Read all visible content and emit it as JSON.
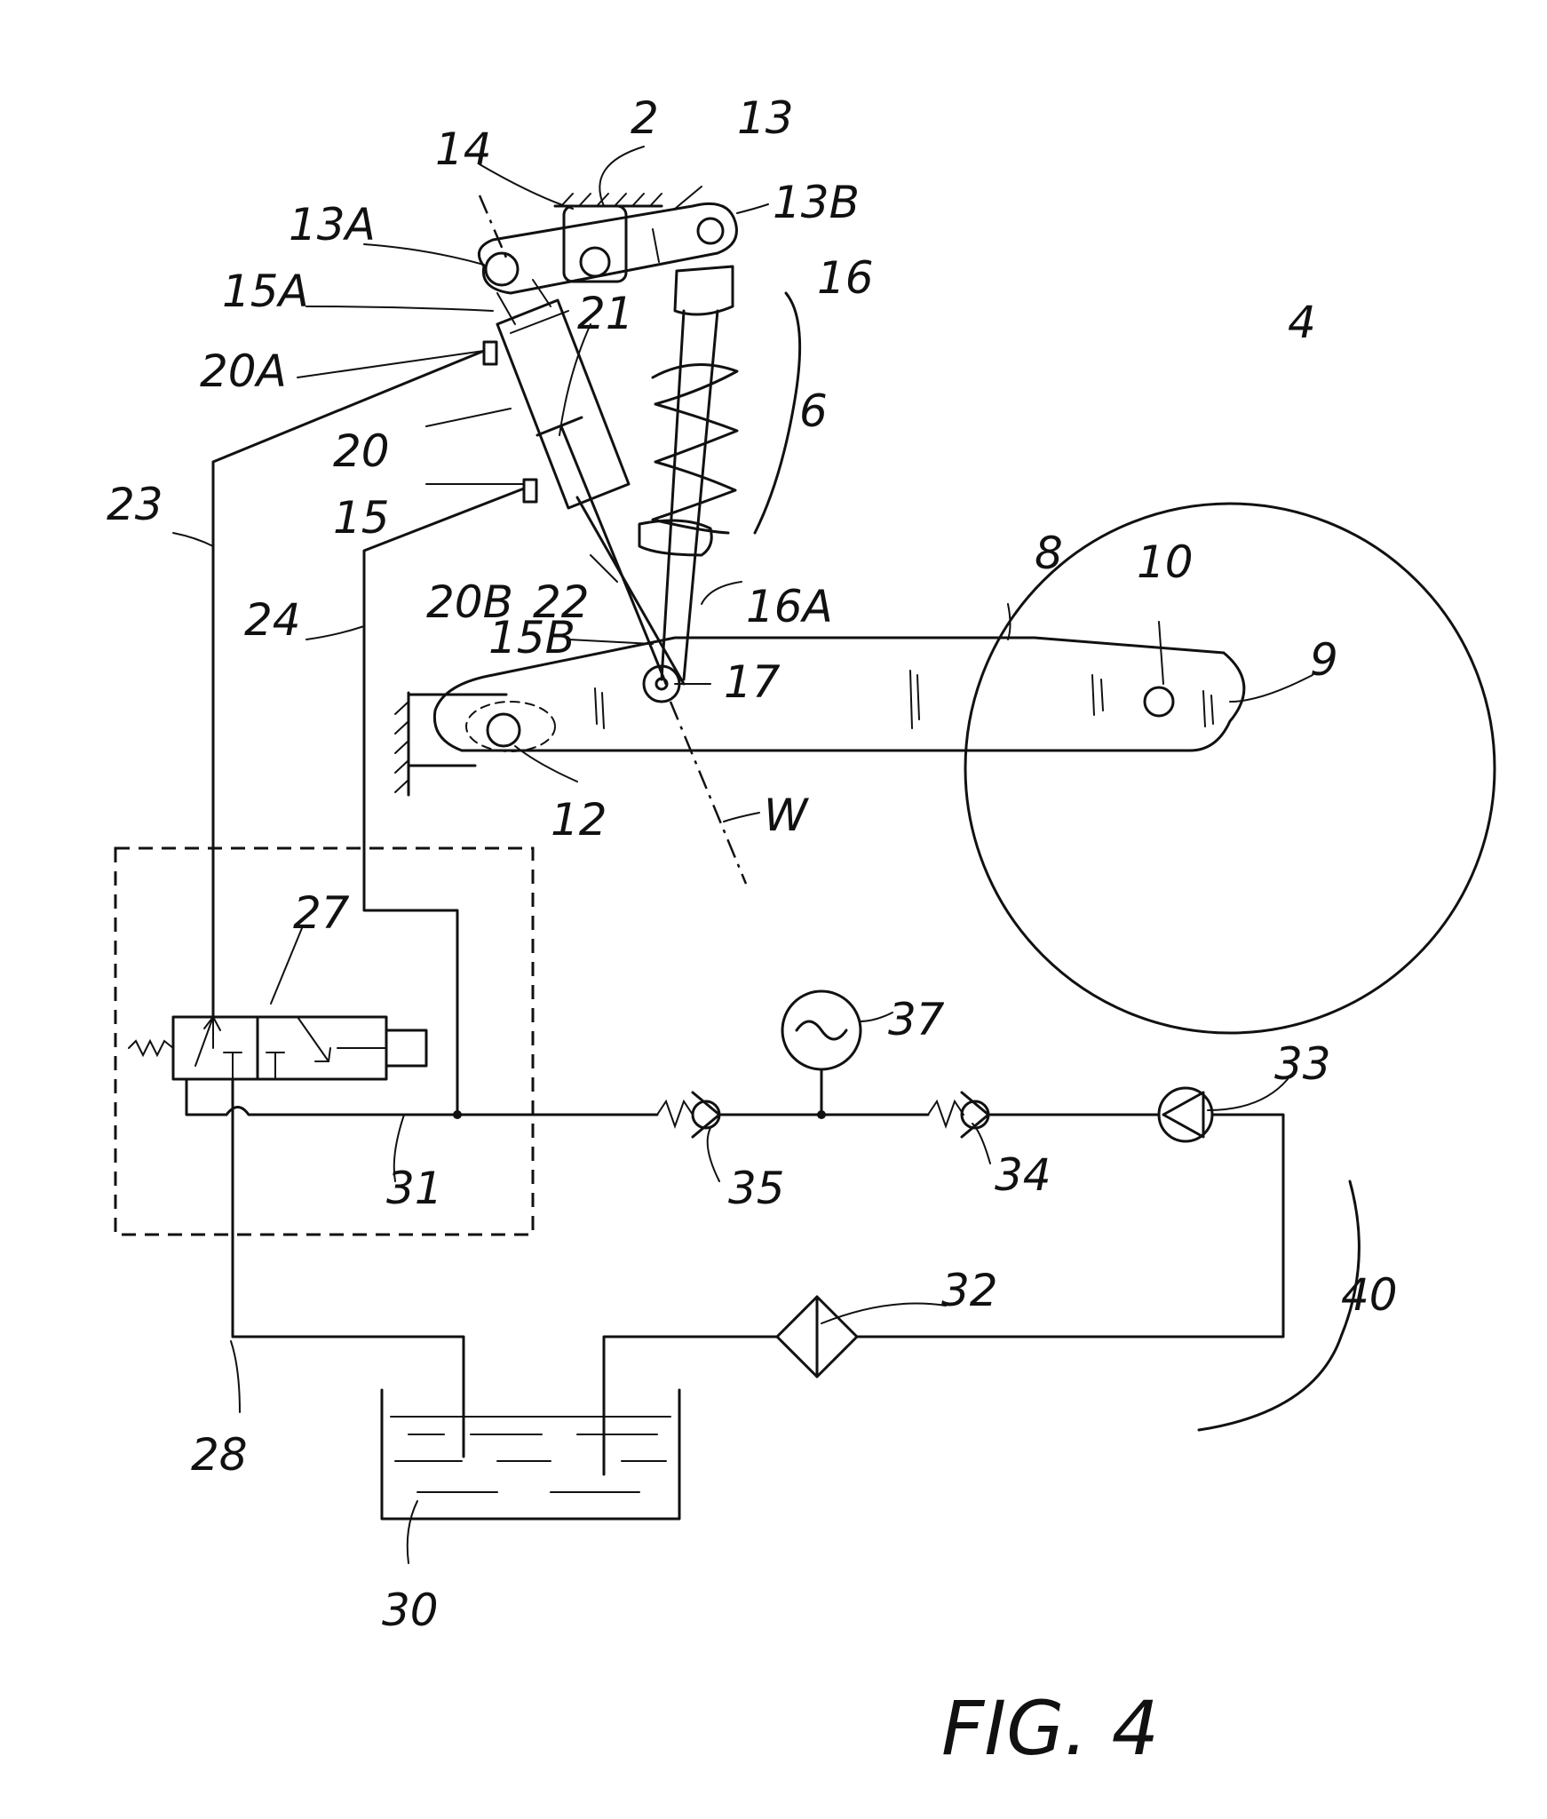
{
  "figure_title": "FIG. 4",
  "labels": {
    "l2": "2",
    "l13": "13",
    "l14": "14",
    "l13A": "13A",
    "l13B": "13B",
    "l15A": "15A",
    "l16": "16",
    "l20A": "20A",
    "l21": "21",
    "l4": "4",
    "l6": "6",
    "l20": "20",
    "l15": "15",
    "l23": "23",
    "l20B": "20B",
    "l22": "22",
    "l16A": "16A",
    "l8": "8",
    "l10": "10",
    "l9": "9",
    "l24": "24",
    "l15B": "15B",
    "l17": "17",
    "l12": "12",
    "lW": "W",
    "l27": "27",
    "l37": "37",
    "l33": "33",
    "l35": "35",
    "l34": "34",
    "l31": "31",
    "l32": "32",
    "l40": "40",
    "l28": "28",
    "l30": "30"
  }
}
